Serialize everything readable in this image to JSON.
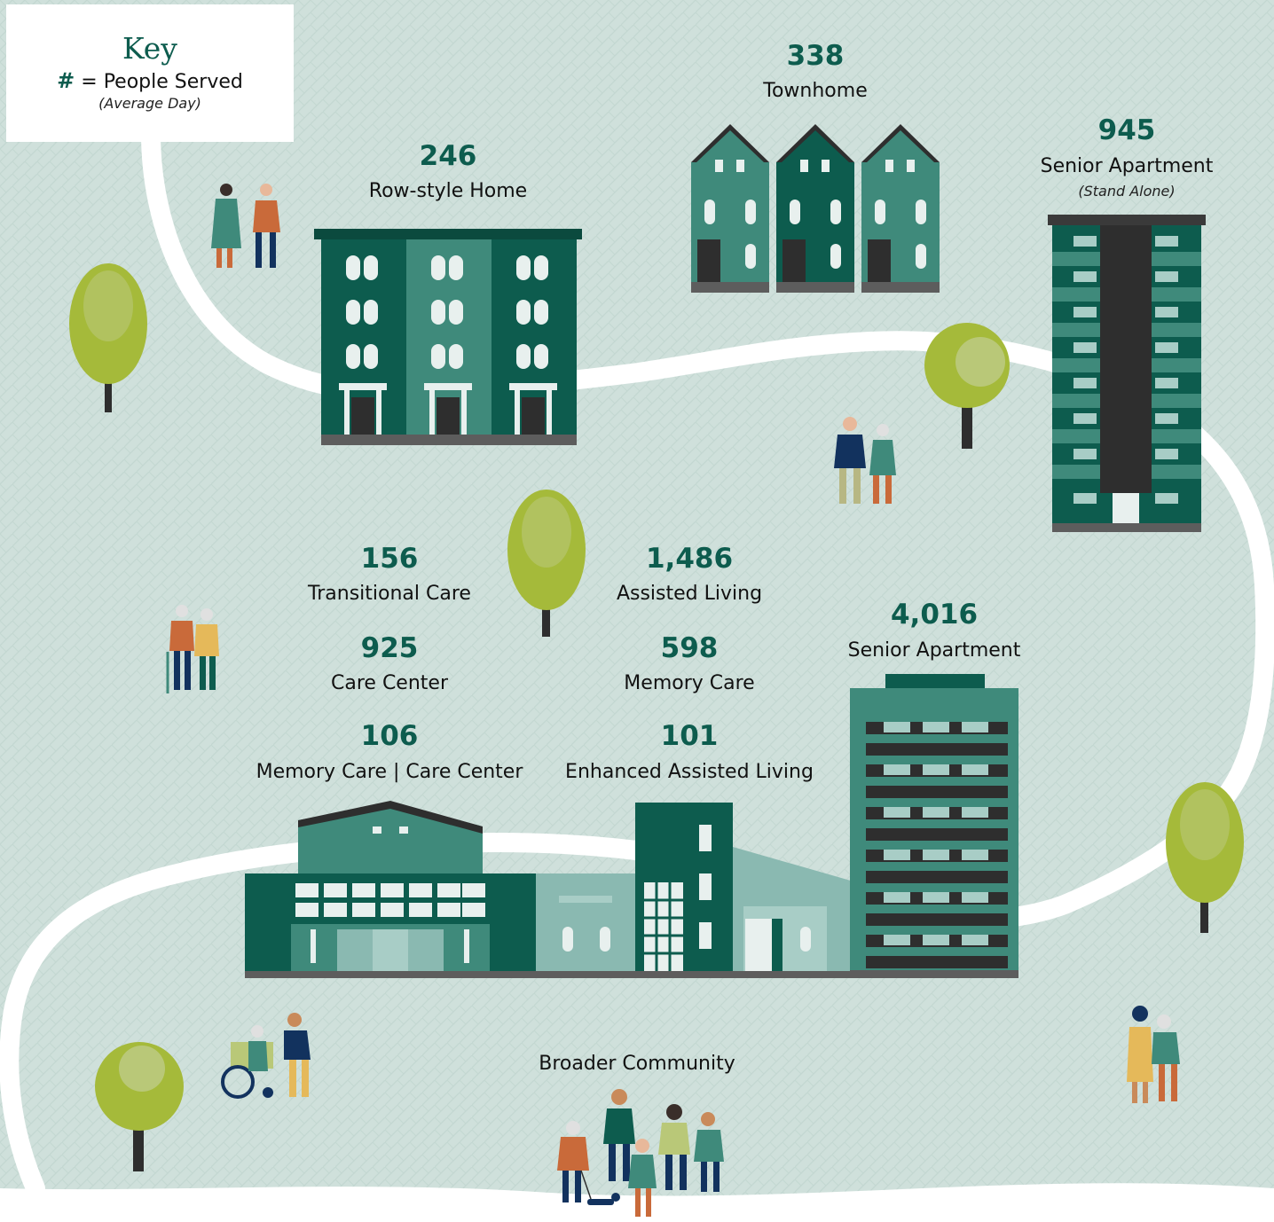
{
  "key": {
    "title": "Key",
    "symbol": "#",
    "equals": "=",
    "meaning": "People Served",
    "note": "(Average Day)"
  },
  "residences": [
    {
      "id": "townhome",
      "count": "338",
      "label": "Townhome"
    },
    {
      "id": "row-style-home",
      "count": "246",
      "label": "Row-style Home"
    },
    {
      "id": "senior-apartment-standalone",
      "count": "945",
      "label": "Senior Apartment",
      "note": "(Stand Alone)"
    },
    {
      "id": "transitional-care",
      "count": "156",
      "label": "Transitional Care"
    },
    {
      "id": "assisted-living",
      "count": "1,486",
      "label": "Assisted Living"
    },
    {
      "id": "senior-apartment",
      "count": "4,016",
      "label": "Senior Apartment"
    },
    {
      "id": "care-center",
      "count": "925",
      "label": "Care Center"
    },
    {
      "id": "memory-care",
      "count": "598",
      "label": "Memory Care"
    },
    {
      "id": "memory-care-care-center",
      "count": "106",
      "label": "Memory Care | Care Center"
    },
    {
      "id": "enhanced-assisted-living",
      "count": "101",
      "label": "Enhanced Assisted Living"
    }
  ],
  "community": {
    "label": "Broader Community"
  },
  "colors": {
    "background": "#cfe0db",
    "path": "#ffffff",
    "dark_green": "#0d5c4e",
    "mid_green": "#3f8a7b",
    "light_teal": "#8ab9b1",
    "tree_leaf": "#a5ba3a",
    "tree_leaf_light": "#b9c878"
  },
  "icons": [
    "tree-icon",
    "people-walking-icon",
    "wheelchair-icon",
    "dog-icon"
  ]
}
